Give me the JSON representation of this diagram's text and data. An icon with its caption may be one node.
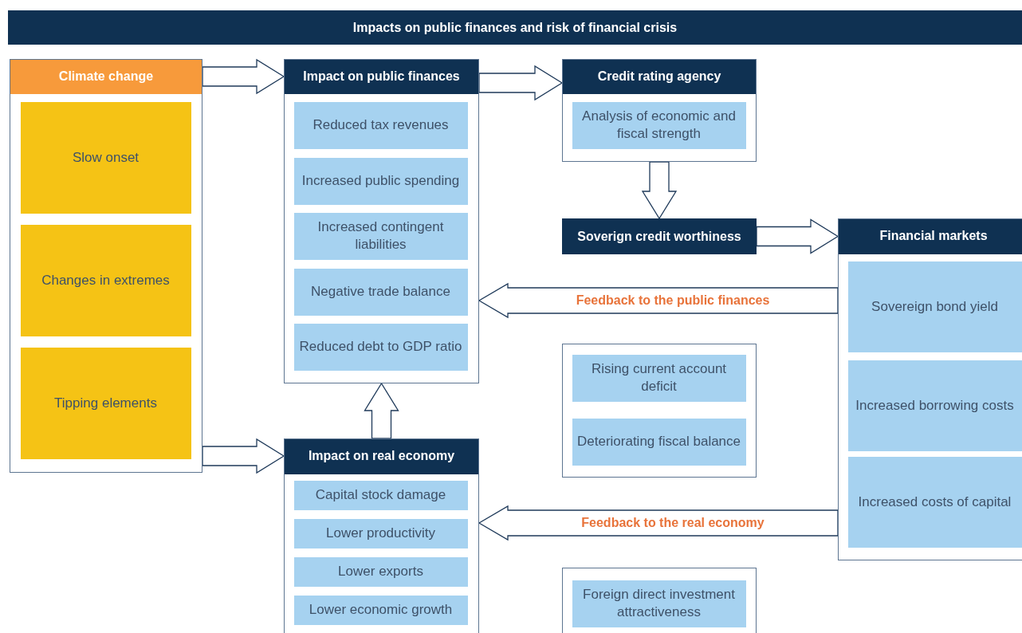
{
  "diagram": {
    "title": "Impacts on public finances and risk of financial crisis",
    "nodes": [
      {
        "text": [
          "Climate change"
        ]
      },
      {
        "text": [
          "Slow onset"
        ],
        "in": 0
      },
      {
        "text": [
          "Changes in extremes"
        ],
        "in": 0
      },
      {
        "text": [
          "Tipping elements"
        ],
        "in": 0
      },
      {
        "text": [
          "Impact on public finances"
        ]
      },
      {
        "text": [
          "Reduced tax revenues"
        ],
        "in": 4
      },
      {
        "text": [
          "Increased public spending"
        ],
        "in": 4
      },
      {
        "text": [
          "Increased contingent liabilities"
        ],
        "in": 4
      },
      {
        "text": [
          "Negative trade balance"
        ],
        "in": 4
      },
      {
        "text": [
          "Reduced debt to GDP ratio"
        ],
        "in": 4
      },
      {
        "text": [
          "Credit rating agency"
        ]
      },
      {
        "text": [
          "Analysis of economic and fiscal strength"
        ],
        "in": 10
      },
      {
        "text": [
          "Soverign credit worthiness"
        ]
      },
      {
        "text": [
          "Financial markets"
        ]
      },
      {
        "text": [
          "Sovereign bond yield"
        ],
        "in": 13
      },
      {
        "text": [
          "Increased borrowing costs"
        ],
        "in": 13
      },
      {
        "text": [
          "Increased costs of capital"
        ],
        "in": 13
      },
      {
        "text": [],
        "shape": "box"
      },
      {
        "text": [
          "Rising current account deficit"
        ],
        "in": 17
      },
      {
        "text": [
          "Deteriorating fiscal balance"
        ],
        "in": 17
      },
      {
        "text": [
          "Impact on real economy"
        ]
      },
      {
        "text": [
          "Capital stock damage"
        ],
        "in": 20
      },
      {
        "text": [
          "Lower productivity"
        ],
        "in": 20
      },
      {
        "text": [
          "Lower exports"
        ],
        "in": 20
      },
      {
        "text": [
          "Lower economic growth"
        ],
        "in": 20
      },
      {
        "text": [],
        "shape": "box"
      },
      {
        "text": [
          "Foreign direct investment attractiveness"
        ],
        "in": 25
      }
    ],
    "edges": [
      {
        "from": 0,
        "to": 4,
        "arrow": "to"
      },
      {
        "from": 0,
        "to": 20,
        "arrow": "to"
      },
      {
        "from": 4,
        "to": 10,
        "arrow": "to"
      },
      {
        "from": 10,
        "to": 12,
        "arrow": "to"
      },
      {
        "from": 12,
        "to": 13,
        "arrow": "to"
      },
      {
        "from": 20,
        "to": 4,
        "arrow": "to"
      },
      {
        "from": 13,
        "to": 4,
        "arrow": "to",
        "label": "Feedback to the public finances"
      },
      {
        "from": 13,
        "to": 20,
        "arrow": "to",
        "label": "Feedback to the real economy"
      }
    ]
  }
}
